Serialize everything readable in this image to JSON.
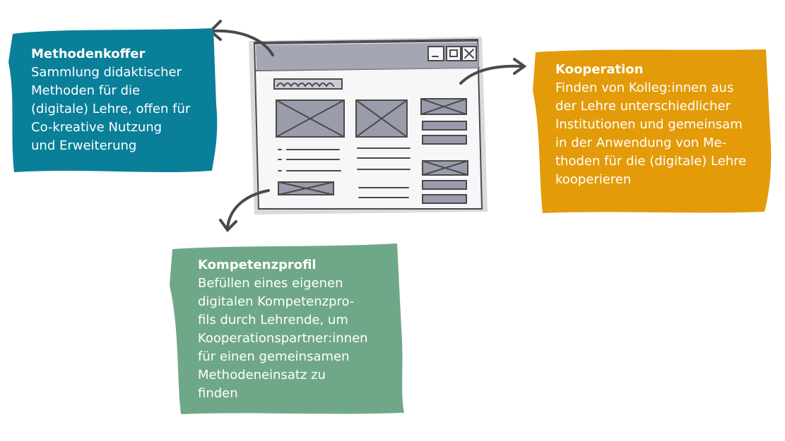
{
  "colors": {
    "methodenkoffer": "#0a7f99",
    "kooperation": "#e39b0a",
    "kompetenzprofil": "#6fa888",
    "sketch_fill": "#9a9cab",
    "sketch_line": "#4a4a4a",
    "arrow": "#4a4a4a"
  },
  "cards": {
    "methodenkoffer": {
      "title": "Methodenkoffer",
      "body": "Sammlung didaktischer\nMethoden für die\n(digitale) Lehre, offen für\nCo-kreative Nutzung\nund Erweiterung"
    },
    "kooperation": {
      "title": "Kooperation",
      "body": "Finden von Kolleg:innen aus\nder Lehre unterschiedlicher\nInstitutionen und gemeinsam\nin der Anwendung von Me-\nthoden für die (digitale) Lehre\nkooperieren"
    },
    "kompetenzprofil": {
      "title": "Kompetenzprofil",
      "body": "Befüllen eines eigenen\ndigitalen Kompetenzpro-\nfils durch Lehrende, um\nKooperationspartner:innen\nfür einen gemeinsamen\nMethodeneinsatz zu\nfinden"
    }
  },
  "sketch": {
    "icon": "browser-window-wireframe-icon",
    "arrows": [
      "arrow-to-methodenkoffer-icon",
      "arrow-to-kooperation-icon",
      "arrow-to-kompetenzprofil-icon"
    ]
  }
}
